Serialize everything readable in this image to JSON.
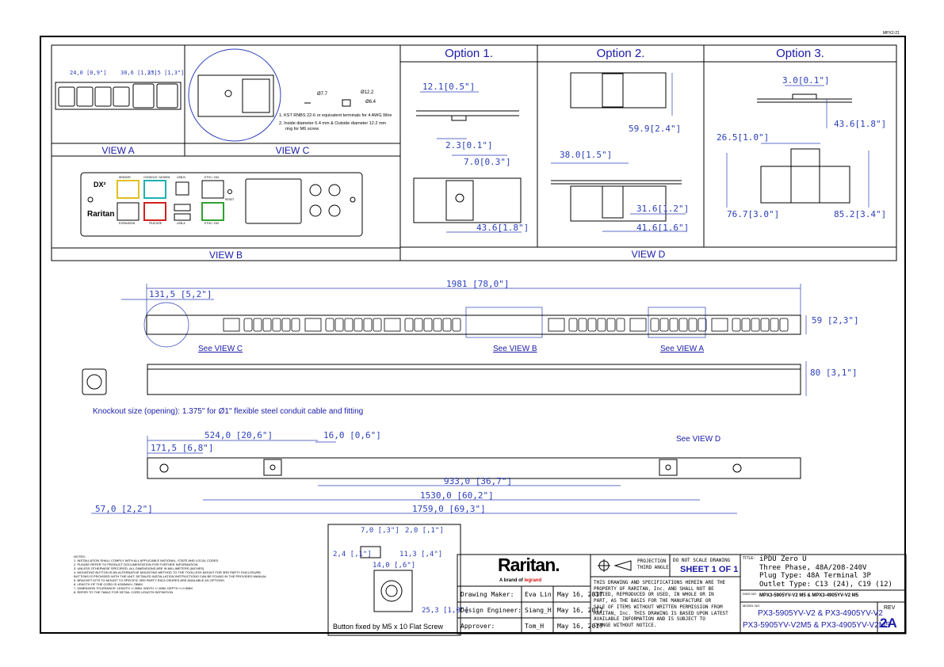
{
  "corner_code": "MPX2-21",
  "options": {
    "opt1": "Option 1.",
    "opt2": "Option  2.",
    "opt3": "Option 3."
  },
  "views": {
    "a": "VIEW A",
    "b": "VIEW B",
    "c": "VIEW C",
    "d": "VIEW D"
  },
  "view_a": {
    "d1": "24,0 [0,9\"]",
    "d2": "30,6 [1,2\"]",
    "d3": "33,5 [1,3\"]"
  },
  "view_c": {
    "d1": "Ø7.7",
    "d2": "Ø12.2",
    "d3": "Ø6.4",
    "note1": "1. KST RNBS 22-6 or equivalent terminals for 4 AWG Wire",
    "note2a": "2. Inside diameter 6.4 mm & Outside diameter 12.2 mm",
    "note2b": "ring for M6 screw"
  },
  "view_b": {
    "ports_top": [
      "SENSOR",
      "CONSOLE / MODEM",
      "USB-B",
      "ETH1 / GIG"
    ],
    "ports_bottom": [
      "EXPANSION",
      "FEATURE",
      "USB-A",
      "ETH2 / GIG"
    ],
    "reset": "RESET",
    "dx": "DX²",
    "brand": "Raritan"
  },
  "option1": {
    "d1": "12.1[0.5\"]",
    "d2": "2.3[0.1\"]",
    "d3": "7.0[0.3\"]",
    "d4": "43.6[1.8\"]"
  },
  "option2": {
    "d1": "59.9[2.4\"]",
    "d2": "38.0[1.5\"]",
    "d3": "31.6[1.2\"]",
    "d4": "41.6[1.6\"]"
  },
  "option3": {
    "d1": "3.0[0.1\"]",
    "d2": "43.6[1.8\"]",
    "d3": "26.5[1.0\"]",
    "d4": "76.7[3.0\"]",
    "d5": "85.2[3.4\"]"
  },
  "main": {
    "len": "1981 [78,0\"]",
    "left": "131,5 [5,2\"]",
    "h": "59 [2,3\"]",
    "d": "80 [3,1\"]",
    "see_c": "See VIEW C",
    "see_b": "See VIEW B",
    "see_a": "See VIEW A",
    "see_d": "See VIEW D",
    "knockout": "Knockout size (opening): 1.375\" for Ø1\" flexible steel conduit cable and fitting"
  },
  "back": {
    "d1": "524,0 [20,6\"]",
    "d2": "16,0 [0,6\"]",
    "d3": "171,5 [6,8\"]",
    "d4": "933,0 [36,7\"]",
    "d5": "1530,0 [60,2\"]",
    "d6": "57,0 [2,2\"]",
    "d7": "1759,0 [69,3\"]"
  },
  "button": {
    "d1": "7,0 [,3\"]",
    "d2": "2,0 [,1\"]",
    "d3": "2,4 [,1\"]",
    "d4": "11,3 [,4\"]",
    "d5": "14,0 [,6\"]",
    "d6": "25,3 [1,0\"]",
    "caption": "Button fixed by M5 x 10 Flat Screw"
  },
  "notes": [
    "NOTES:",
    "1. INSTALLATION SHALL COMPLY WITH ALL APPLICABLE NATIONAL, STATE AND LOCAL CODES.",
    "2. PLEASE REFER TO PRODUCT DOCUMENTATION FOR FURTHER INFORMATION.",
    "3. UNLESS OTHERWISE SPECIFIED, ALL DIMENSIONS ARE IN MILLIMETERS (INCHES).",
    "4. MOUNTING BUTTON IS AN ALTERNATIVE MOUNTING METHOD TO THE TOOLLESS MOUNT FOR 3RD PARTY ENCLOSURE,",
    "   BUTTONS IS PROVIDED WITH THE UNIT. DETAILED INSTALLATION INSTRUCTIONS CAN BE FOUND IN THE PROVIDED MANUAL.",
    "5. BRACKET KITS TO MOUNT TO SPECIFIC 3RD PARTY ENCLOSURES ARE AVAILABLE AS OPTIONS.",
    "6. LENGTH OF THE CORD IS 4000MM+/-78MM",
    "7. DIMENSION TOLERANCE: LENGTH +/-3MM, WIDTH +/-1MM, DEPTH +/-0.5MM",
    "8. REFER TO THE TABLE FOR DETAIL CORD LENGTH DEFINITION"
  ],
  "title_block": {
    "logo": "Raritan.",
    "brand_sub": "A brand of",
    "brand_legrand": "legrand",
    "rows": [
      {
        "role": "Drawing Maker:",
        "name": "Eva Lin",
        "date": "May 16, 2017"
      },
      {
        "role": "Design Engineer:",
        "name": "Siang_H",
        "date": "May 16, 2017"
      },
      {
        "role": "Approver:",
        "name": "Tom_H",
        "date": "May 16, 2017"
      }
    ],
    "projection": "PROJECTION",
    "third_angle": "THIRD ANGLE",
    "dns": "DO NOT SCALE DRAWING",
    "sheet": "SHEET 1 OF 1",
    "disclaimer": [
      "THIS DRAWING AND SPECIFICATIONS HEREIN ARE THE",
      "PROPERTY OF RARITAN, Inc. AND SHALL NOT BE",
      "COPIED, REPRODUCED OR USED, IN WHOLE OR IN",
      "PART, AS THE BASIS FOR THE MANUFACTURE OR",
      "SALE OF ITEMS WITHOUT WRITTEN PERMISSION FROM",
      "RARITAN, Inc. THIS DRAWING IS BASED UPON LATEST",
      "AVAILABLE INFORMATION AND IS SUBJECT TO",
      "CHANGE WITHOUT NOTICE."
    ],
    "title_label": "TITLE:",
    "title_lines": [
      "iPDU Zero U",
      "Three Phase, 48A/208-240V",
      "Plug Type: 48A Terminal 3P",
      "Outlet Type: C13 (24), C19 (12)"
    ],
    "dwg_label": "DWG NO.",
    "dwg_no": "MPX3-5905YV-V2 M5 & MPX3-4905YV-V2 M5",
    "model_label": "MODEL NO.",
    "model_1": "PX3-5905YV-V2 & PX3-4905YV-V2",
    "model_2": "PX3-5905YV-V2M5 & PX3-4905YV-V2M5",
    "rev_label": "REV",
    "rev": "2A"
  },
  "colors": {
    "accent": "#1a1aa8",
    "dim": "#2b3fb8",
    "line": "#000000"
  }
}
